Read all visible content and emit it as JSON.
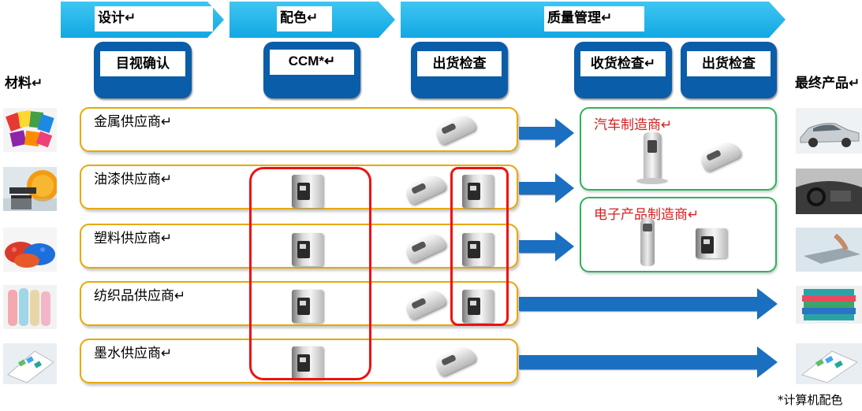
{
  "stages": [
    {
      "label": "设计↵"
    },
    {
      "label": "配色↵"
    },
    {
      "label": "质量管理↵"
    }
  ],
  "methods": [
    {
      "label": "目视确认"
    },
    {
      "label": "CCM*↵"
    },
    {
      "label": "出货检查"
    },
    {
      "label": "收货检查↵"
    },
    {
      "label": "出货检查"
    }
  ],
  "side_labels": {
    "materials": "材料↵",
    "final_products": "最终产品↵"
  },
  "suppliers": [
    {
      "name": "金属供应商↵"
    },
    {
      "name": "油漆供应商↵"
    },
    {
      "name": "塑料供应商↵"
    },
    {
      "name": "纺织品供应商↵"
    },
    {
      "name": "墨水供应商↵"
    }
  ],
  "manufacturers": [
    {
      "name": "汽车制造商↵"
    },
    {
      "name": "电子产品制造商↵"
    }
  ],
  "footnote": "*计算机配色",
  "colors": {
    "stage_blue": "#12a7e3",
    "button_blue": "#0a5da8",
    "supplier_border": "#e8a800",
    "manufacturer_border": "#2bb45a",
    "manufacturer_text": "#d42020",
    "highlight_red": "#ee1111",
    "arrow_blue": "#1a6fc1"
  },
  "icons": {
    "material_thumbs": [
      "color-swatches-icon",
      "paint-can-icon",
      "plastic-pellets-icon",
      "yarn-spools-icon",
      "printed-paper-icon"
    ],
    "product_thumbs": [
      "car-icon",
      "car-interior-icon",
      "laptop-icon",
      "folded-textiles-icon",
      "printed-paper-icon"
    ],
    "devices": [
      "benchtop-spectrophotometer-icon",
      "portable-spectrophotometer-icon",
      "tower-spectrophotometer-icon",
      "handheld-colorimeter-icon"
    ]
  }
}
